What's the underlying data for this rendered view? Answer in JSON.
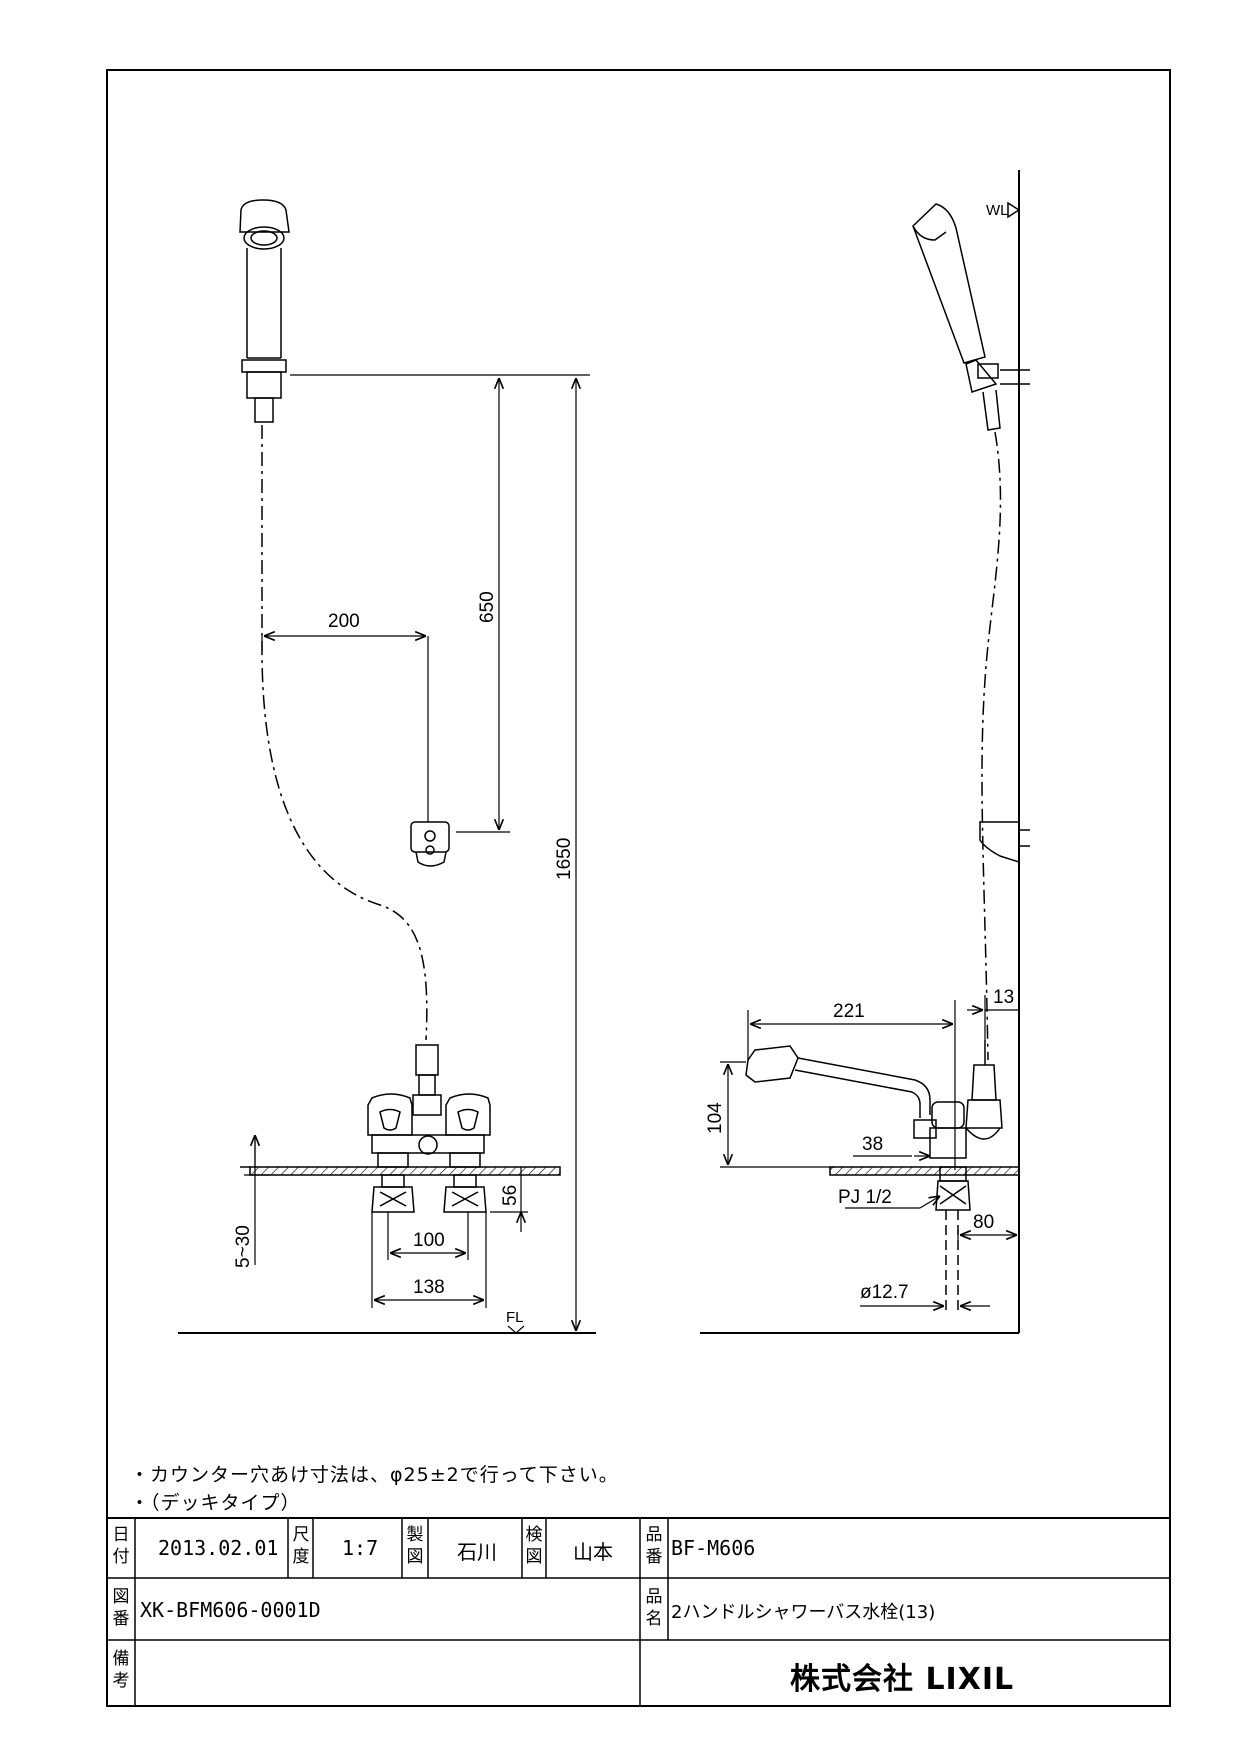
{
  "drawing": {
    "dimensions": {
      "d650": "650",
      "d1650": "1650",
      "d200": "200",
      "d5_30": "5~30",
      "d56": "56",
      "d100": "100",
      "d138": "138",
      "fl": "FL",
      "wl": "WL",
      "d221": "221",
      "d13": "13",
      "d104": "104",
      "d38": "38",
      "pj": "PJ 1/2",
      "d80": "80",
      "phi127": "ø12.7"
    },
    "notes": [
      "・カウンター穴あけ寸法は、φ25±2で行って下さい。",
      "・（デッキタイプ）"
    ]
  },
  "title_block": {
    "date_label": [
      "日",
      "付"
    ],
    "date": "2013.02.01",
    "scale_label": [
      "尺",
      "度"
    ],
    "scale": "1:7",
    "drawn_label": [
      "製",
      "図"
    ],
    "drawn_by": "石川",
    "checked_label": [
      "検",
      "図"
    ],
    "checked_by": "山本",
    "part_no_label": [
      "品",
      "番"
    ],
    "part_no": "BF-M606",
    "drawing_no_label": [
      "図",
      "番"
    ],
    "drawing_no": "XK-BFM606-0001D",
    "product_name_label": [
      "品",
      "名"
    ],
    "product_name": "2ハンドルシャワーバス水栓(13)",
    "remarks_label": [
      "備",
      "考"
    ],
    "company": "株式会社 LIXIL"
  }
}
